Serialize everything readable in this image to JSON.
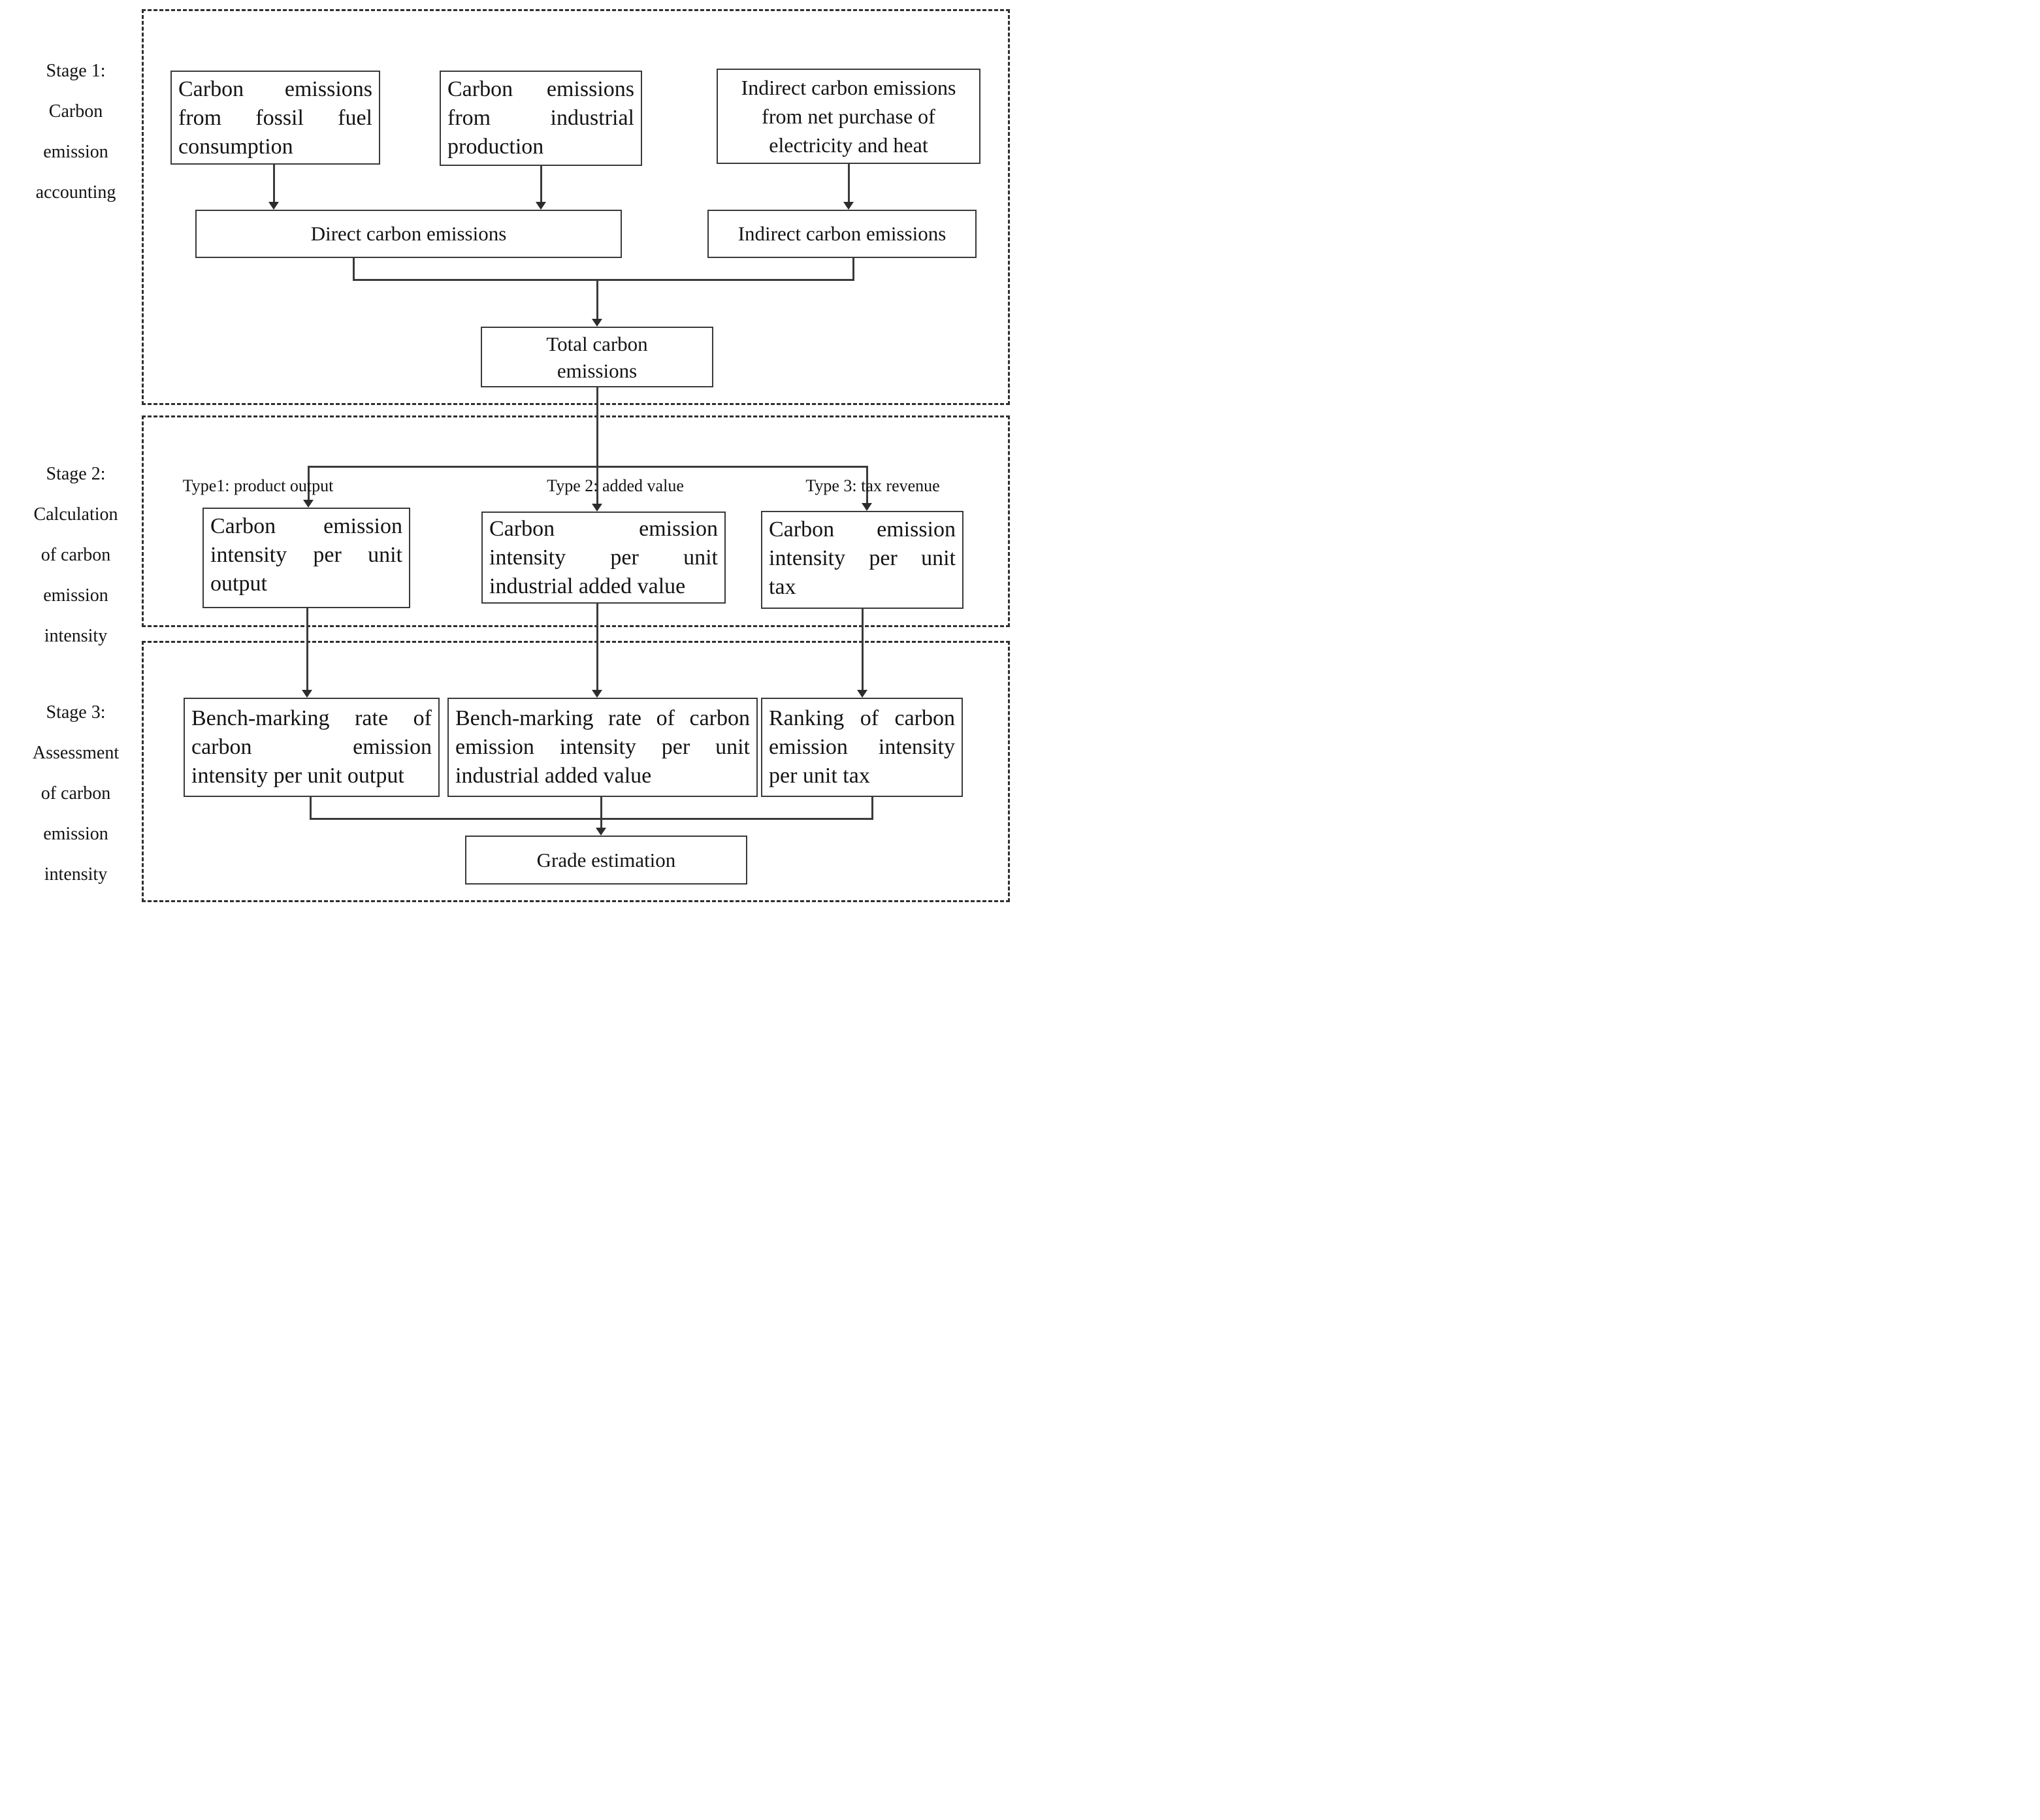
{
  "figure": {
    "type": "flowchart",
    "colors": {
      "line": "#3a3a3a",
      "text": "#141414",
      "background": "#ffffff"
    }
  },
  "stage1": {
    "label": [
      "Stage 1:",
      "Carbon",
      "emission",
      "accounting"
    ],
    "box_fossil": [
      "Carbon emissions",
      "from fossil fuel",
      "consumption"
    ],
    "box_industrial": [
      "Carbon emissions",
      "from industrial",
      "production"
    ],
    "box_indirect_source": [
      "Indirect carbon emissions",
      "from net purchase of",
      "electricity and heat"
    ],
    "bar_direct": "Direct carbon emissions",
    "bar_indirect": "Indirect carbon emissions",
    "box_total": [
      "Total carbon",
      "emissions"
    ]
  },
  "stage2": {
    "label": [
      "Stage 2:",
      "Calculation",
      "of carbon",
      "emission",
      "intensity"
    ],
    "type_labels": [
      "Type1: product output",
      "Type 2: added value",
      "Type 3: tax revenue"
    ],
    "box_output": [
      "Carbon emission",
      "intensity per unit",
      "output"
    ],
    "box_added_value": [
      "Carbon emission",
      "intensity per unit",
      "industrial added value"
    ],
    "box_tax": [
      "Carbon emission",
      "intensity per unit",
      "tax"
    ]
  },
  "stage3": {
    "label": [
      "Stage 3:",
      "Assessment",
      "of carbon",
      "emission",
      "intensity"
    ],
    "box_benchmark_output": [
      "Bench-marking rate of",
      "carbon emission",
      "intensity per unit output"
    ],
    "box_benchmark_added_value": [
      "Bench-marking rate of carbon",
      "emission intensity per unit",
      "industrial added value"
    ],
    "box_ranking_tax": [
      "Ranking of carbon",
      "emission intensity",
      "per unit tax"
    ],
    "box_grade": "Grade estimation"
  }
}
